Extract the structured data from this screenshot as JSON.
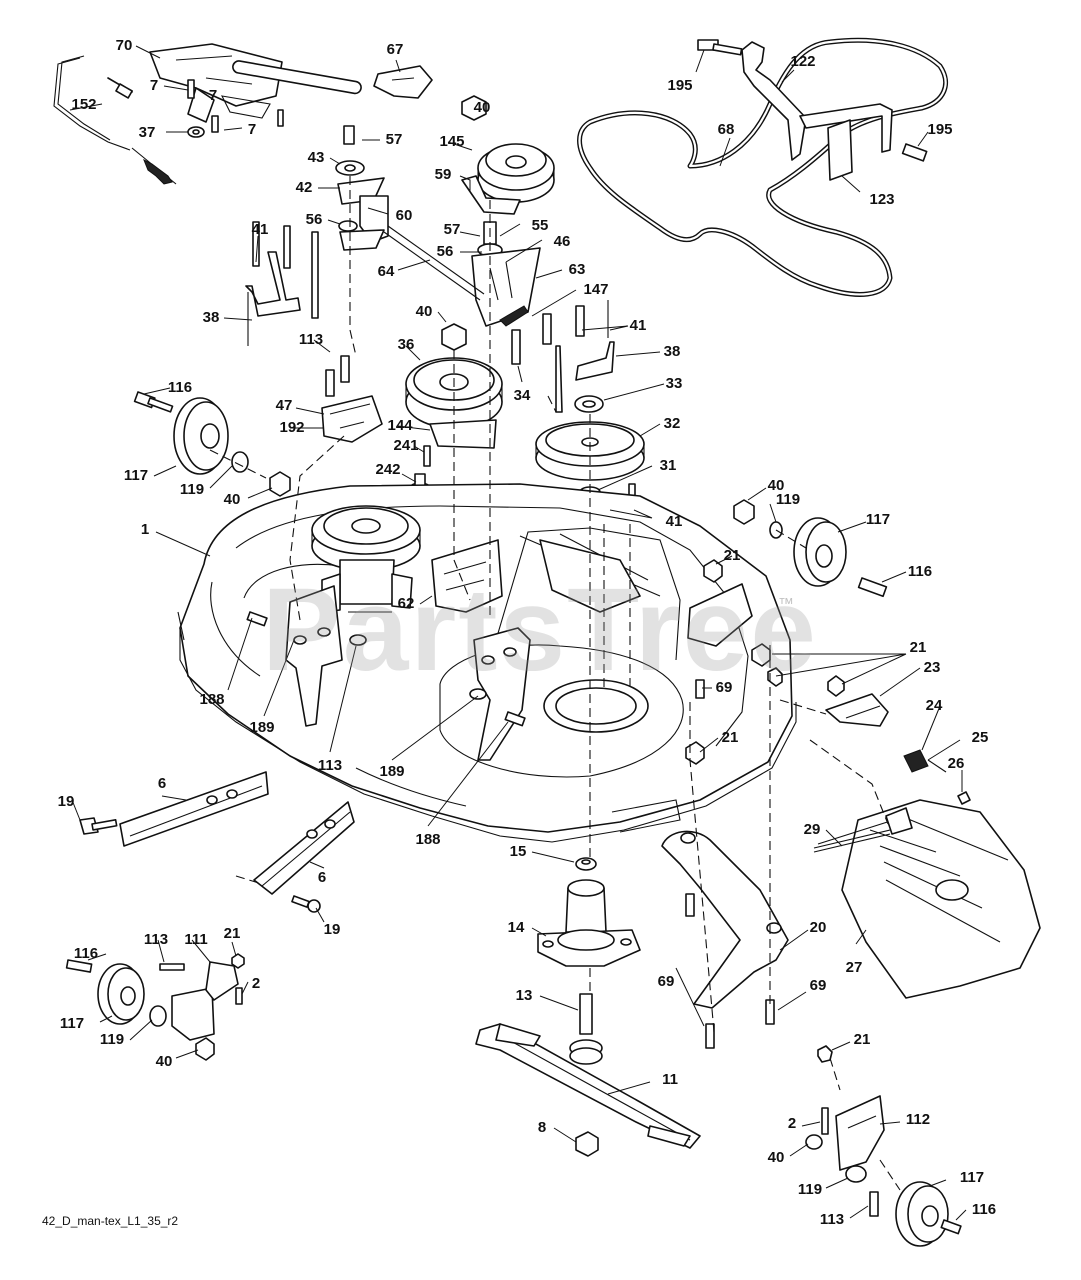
{
  "diagram": {
    "code": "42_D_man-tex_L1_35_r2",
    "watermark": "PartsTree",
    "watermark_mark": "™"
  },
  "callouts": [
    "70",
    "7",
    "152",
    "7",
    "37",
    "7",
    "67",
    "40",
    "57",
    "43",
    "42",
    "60",
    "56",
    "145",
    "59",
    "57",
    "55",
    "56",
    "46",
    "63",
    "64",
    "147",
    "41",
    "38",
    "40",
    "113",
    "36",
    "34",
    "38",
    "33",
    "41",
    "116",
    "47",
    "192",
    "144",
    "32",
    "31",
    "241",
    "117",
    "119",
    "242",
    "40",
    "41",
    "40",
    "119",
    "117",
    "116",
    "1",
    "21",
    "62",
    "21",
    "23",
    "69",
    "24",
    "25",
    "26",
    "188",
    "189",
    "113",
    "21",
    "189",
    "188",
    "6",
    "19",
    "6",
    "19",
    "29",
    "15",
    "20",
    "14",
    "27",
    "113",
    "111",
    "21",
    "116",
    "2",
    "13",
    "69",
    "69",
    "117",
    "119",
    "40",
    "11",
    "21",
    "8",
    "2",
    "112",
    "40",
    "119",
    "117",
    "113",
    "116",
    "195",
    "122",
    "68",
    "195",
    "123"
  ]
}
